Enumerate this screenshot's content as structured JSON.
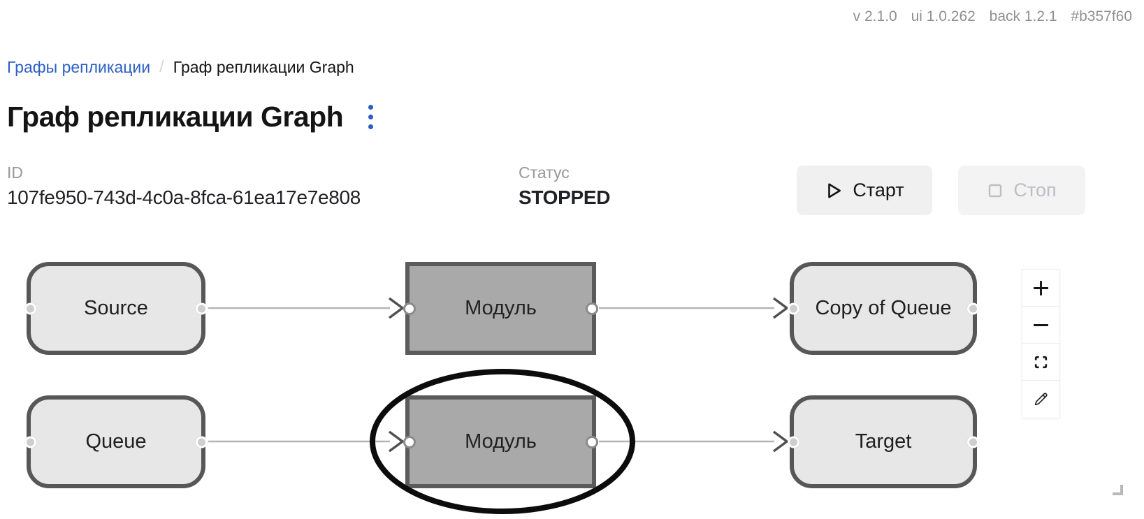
{
  "meta": {
    "version_parts": [
      "v 2.1.0",
      "ui 1.0.262",
      "back 1.2.1",
      "#b357f60"
    ]
  },
  "breadcrumb": {
    "parent": "Графы репликации",
    "separator": "/",
    "current": "Граф репликации Graph"
  },
  "header": {
    "title": "Граф репликации Graph",
    "menu_icon": "kebab-vertical"
  },
  "details": {
    "id_label": "ID",
    "id_value": "107fe950-743d-4c0a-8fca-61ea17e7e808",
    "status_label": "Статус",
    "status_value": "STOPPED"
  },
  "actions": {
    "start_label": "Старт",
    "start_icon": "play-outline",
    "stop_label": "Стоп",
    "stop_icon": "square-outline",
    "stop_disabled": true
  },
  "canvas": {
    "nodes": [
      {
        "id": "source",
        "label": "Source",
        "type": "rounded",
        "row": "top",
        "col": "left"
      },
      {
        "id": "module-top",
        "label": "Модуль",
        "type": "module",
        "row": "top",
        "col": "middle"
      },
      {
        "id": "copy-of-queue",
        "label": "Copy of Queue",
        "type": "rounded",
        "row": "top",
        "col": "right"
      },
      {
        "id": "queue",
        "label": "Queue",
        "type": "rounded",
        "row": "bottom",
        "col": "left"
      },
      {
        "id": "module-bottom",
        "label": "Модуль",
        "type": "module",
        "row": "bottom",
        "col": "middle",
        "annotated": true
      },
      {
        "id": "target",
        "label": "Target",
        "type": "rounded",
        "row": "bottom",
        "col": "right"
      }
    ],
    "edges": [
      {
        "from": "source",
        "to": "module-top"
      },
      {
        "from": "module-top",
        "to": "copy-of-queue"
      },
      {
        "from": "queue",
        "to": "module-bottom"
      },
      {
        "from": "module-bottom",
        "to": "target"
      }
    ],
    "annotation": {
      "shape": "ellipse",
      "around": "module-bottom",
      "color": "#0c0c0c"
    },
    "controls": [
      {
        "name": "zoom-in",
        "icon": "plus"
      },
      {
        "name": "zoom-out",
        "icon": "minus"
      },
      {
        "name": "fit-view",
        "icon": "frame-corners"
      },
      {
        "name": "edit-mode",
        "icon": "pencil"
      }
    ]
  },
  "colors": {
    "accent_blue": "#2a5fc2",
    "rounded_node_fill": "#e7e7e7",
    "module_node_fill": "#a9a9a9",
    "node_border": "#575757",
    "edge": "#b5b5b9",
    "arrowhead": "#4f4f4f",
    "annotation": "#0c0c0c",
    "button_bg": "#f0f0f1",
    "disabled_text": "#bdbec2",
    "muted_text": "#97989c"
  }
}
